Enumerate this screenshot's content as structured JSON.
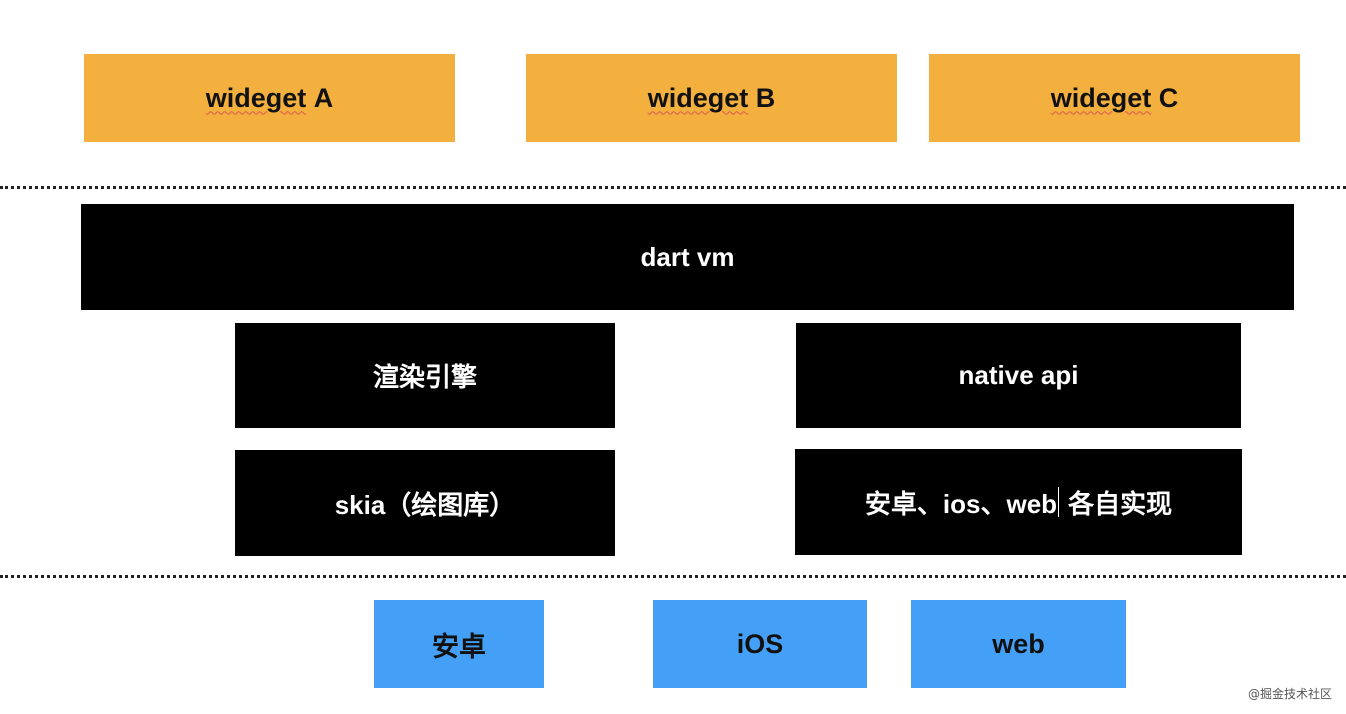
{
  "widgets": {
    "a": {
      "word": "wideget",
      "letter": "A"
    },
    "b": {
      "word": "wideget",
      "letter": "B"
    },
    "c": {
      "word": "wideget",
      "letter": "C"
    }
  },
  "engine": {
    "dart_vm": "dart vm",
    "render_engine": "渲染引擎",
    "native_api": "native api",
    "skia": "skia（绘图库）",
    "platform_impl_left": "安卓、ios、web",
    "platform_impl_right": "各自实现"
  },
  "platforms": {
    "android": "安卓",
    "ios": "iOS",
    "web": "web"
  },
  "watermark": "@掘金技术社区",
  "colors": {
    "widget": "#F3B03F",
    "engine": "#000000",
    "platform": "#44A0F7"
  }
}
